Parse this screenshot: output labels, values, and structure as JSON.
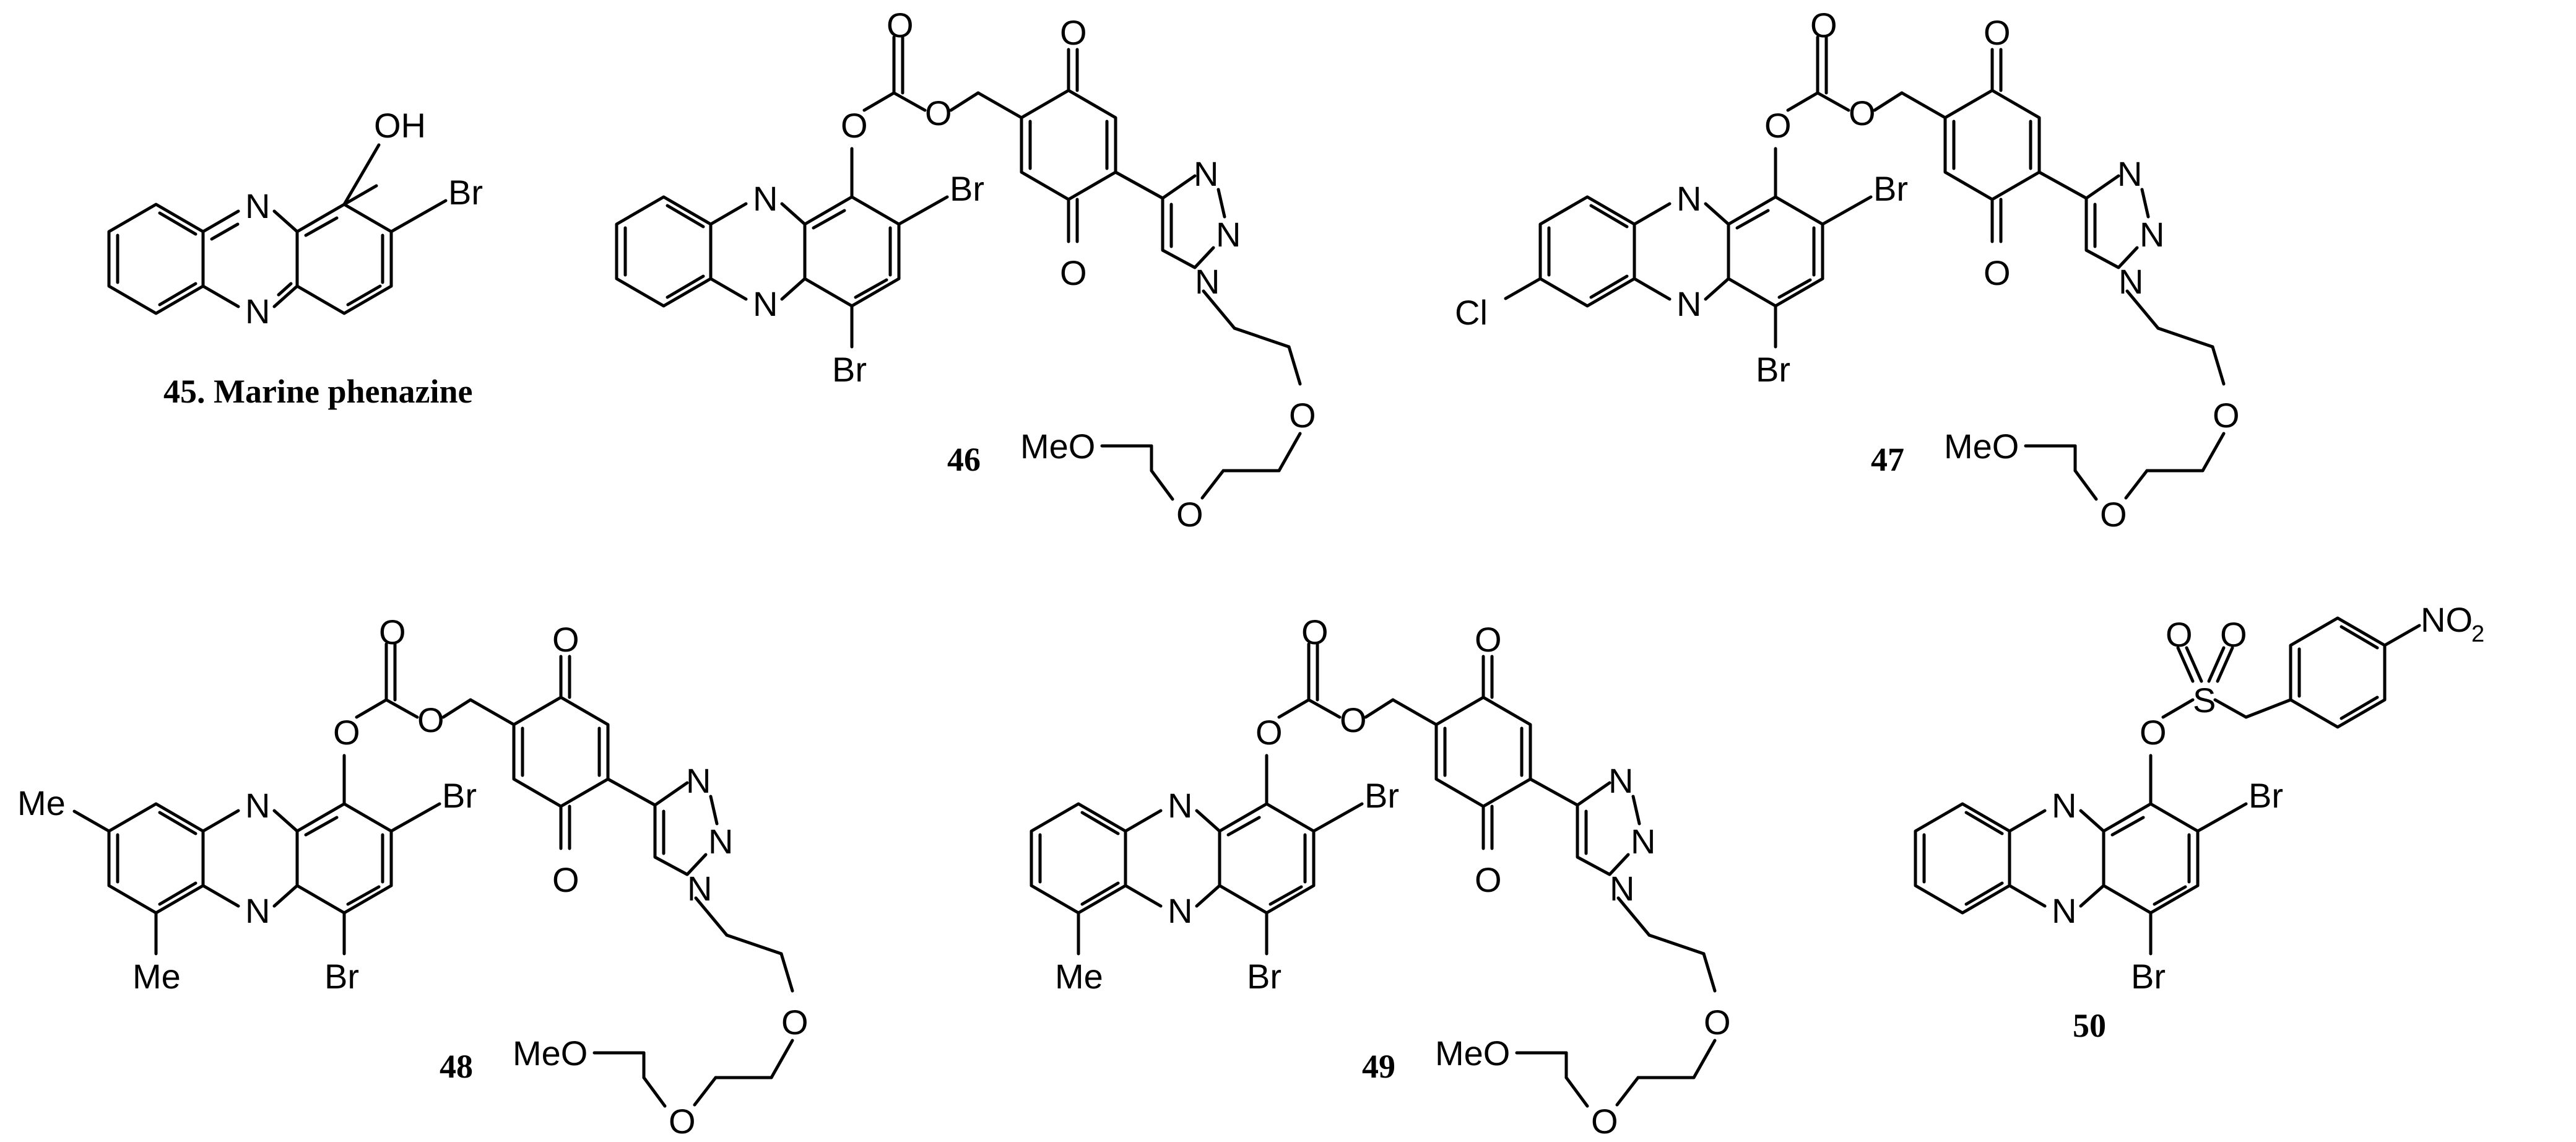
{
  "compounds": [
    {
      "label": "45. Marine phenazine",
      "atoms": {
        "oh": "OH",
        "n_top": "N",
        "n_bot": "N",
        "br": "Br"
      }
    },
    {
      "label": "46",
      "atoms": {
        "n_top": "N",
        "n_bot": "N",
        "br2": "Br",
        "br4": "Br",
        "o_link": "O",
        "o_carb": "O",
        "o_est": "O",
        "o_q1": "O",
        "o_q2": "O",
        "tz_n1": "N",
        "tz_n2": "N",
        "tz_n3": "N",
        "peg_o1": "O",
        "peg_o2": "O",
        "meo": "MeO"
      }
    },
    {
      "label": "47",
      "atoms": {
        "cl": "Cl",
        "n_top": "N",
        "n_bot": "N",
        "br2": "Br",
        "br4": "Br",
        "o_link": "O",
        "o_carb": "O",
        "o_est": "O",
        "o_q1": "O",
        "o_q2": "O",
        "tz_n1": "N",
        "tz_n2": "N",
        "tz_n3": "N",
        "peg_o1": "O",
        "peg_o2": "O",
        "meo": "MeO"
      }
    },
    {
      "label": "48",
      "atoms": {
        "me1": "Me",
        "me2": "Me",
        "n_top": "N",
        "n_bot": "N",
        "br2": "Br",
        "br4": "Br",
        "o_link": "O",
        "o_carb": "O",
        "o_est": "O",
        "o_q1": "O",
        "o_q2": "O",
        "tz_n1": "N",
        "tz_n2": "N",
        "tz_n3": "N",
        "peg_o1": "O",
        "peg_o2": "O",
        "meo": "MeO"
      }
    },
    {
      "label": "49",
      "atoms": {
        "me": "Me",
        "n_top": "N",
        "n_bot": "N",
        "br2": "Br",
        "br4": "Br",
        "o_link": "O",
        "o_carb": "O",
        "o_est": "O",
        "o_q1": "O",
        "o_q2": "O",
        "tz_n1": "N",
        "tz_n2": "N",
        "tz_n3": "N",
        "peg_o1": "O",
        "peg_o2": "O",
        "meo": "MeO"
      }
    },
    {
      "label": "50",
      "atoms": {
        "n_top": "N",
        "n_bot": "N",
        "br2": "Br",
        "br4": "Br",
        "o_link": "O",
        "s": "S",
        "so1": "O",
        "so2": "O",
        "no2_n": "NO",
        "no2_sub": "2"
      }
    }
  ]
}
